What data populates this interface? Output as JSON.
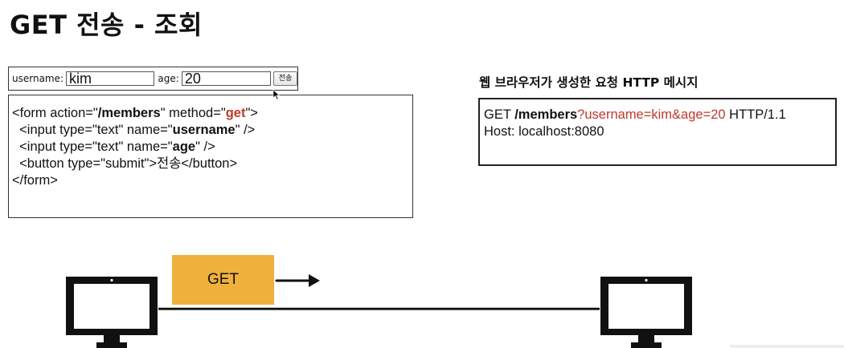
{
  "title": "GET 전송 - 조회",
  "form_preview": {
    "username_label": "username:",
    "username_value": "kim",
    "age_label": "age:",
    "age_value": "20",
    "submit_label": "전송"
  },
  "code": {
    "l1_a": "<form action=\"",
    "l1_b": "/members",
    "l1_c": "\" method=\"",
    "l1_d": "get",
    "l1_e": "\">",
    "l2_a": "  <input type=\"text\" name=\"",
    "l2_b": "username",
    "l2_c": "\" />",
    "l3_a": "  <input type=\"text\" name=\"",
    "l3_b": "age",
    "l3_c": "\" />",
    "l4": "  <button type=\"submit\">전송</button>",
    "l5": "</form>"
  },
  "message": {
    "caption": "웹 브라우저가 생성한 요청 HTTP 메시지",
    "method": "GET ",
    "path": "/members",
    "query": "?username=kim&age=20",
    "version": " HTTP/1.1",
    "host_line": "Host: localhost:8080"
  },
  "request_label": "GET",
  "colors": {
    "highlight": "#c0392b",
    "get_box": "#f0b03c"
  }
}
